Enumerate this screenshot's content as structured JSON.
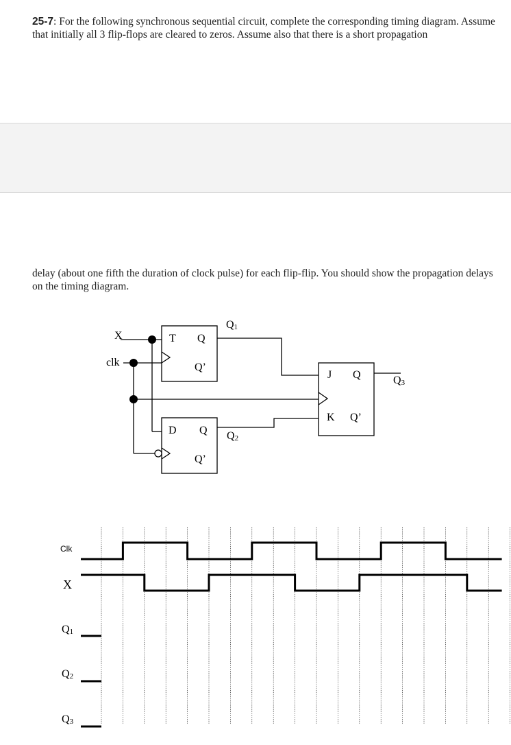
{
  "question": {
    "number": "25-7",
    "text_part1": ": For the following synchronous sequential circuit, complete the corresponding timing diagram. Assume that initially all 3 flip-flops are cleared to zeros. Assume also that there is a short propagation",
    "text_part2": "delay (about one fifth the duration of clock pulse) for each flip-flip. You should show the propagation delays on the timing diagram."
  },
  "circuit": {
    "inputs": {
      "x": "X",
      "clk": "clk"
    },
    "t_ff": {
      "t": "T",
      "q": "Q",
      "qbar": "Q’"
    },
    "d_ff": {
      "d": "D",
      "q": "Q",
      "qbar": "Q’"
    },
    "jk_ff": {
      "j": "J",
      "k": "K",
      "q": "Q",
      "qbar": "Q’"
    },
    "outputs": {
      "q1": "Q1",
      "q2": "Q2",
      "q3": "Q3"
    }
  },
  "timing": {
    "labels": {
      "clk": "Clk",
      "x": "X",
      "q1": "Q1",
      "q2": "Q2",
      "q3": "Q3"
    },
    "clk_levels": [
      0,
      1,
      1,
      1,
      0,
      0,
      0,
      1,
      1,
      1,
      0,
      0,
      0,
      1,
      1,
      1,
      0,
      0,
      0
    ],
    "x_levels": [
      1,
      1,
      0,
      0,
      0,
      1,
      1,
      1,
      1,
      0,
      0,
      0,
      1,
      1,
      1,
      1,
      1,
      0,
      0
    ],
    "q1_initial": 0,
    "q2_initial": 0,
    "q3_initial": 0
  }
}
